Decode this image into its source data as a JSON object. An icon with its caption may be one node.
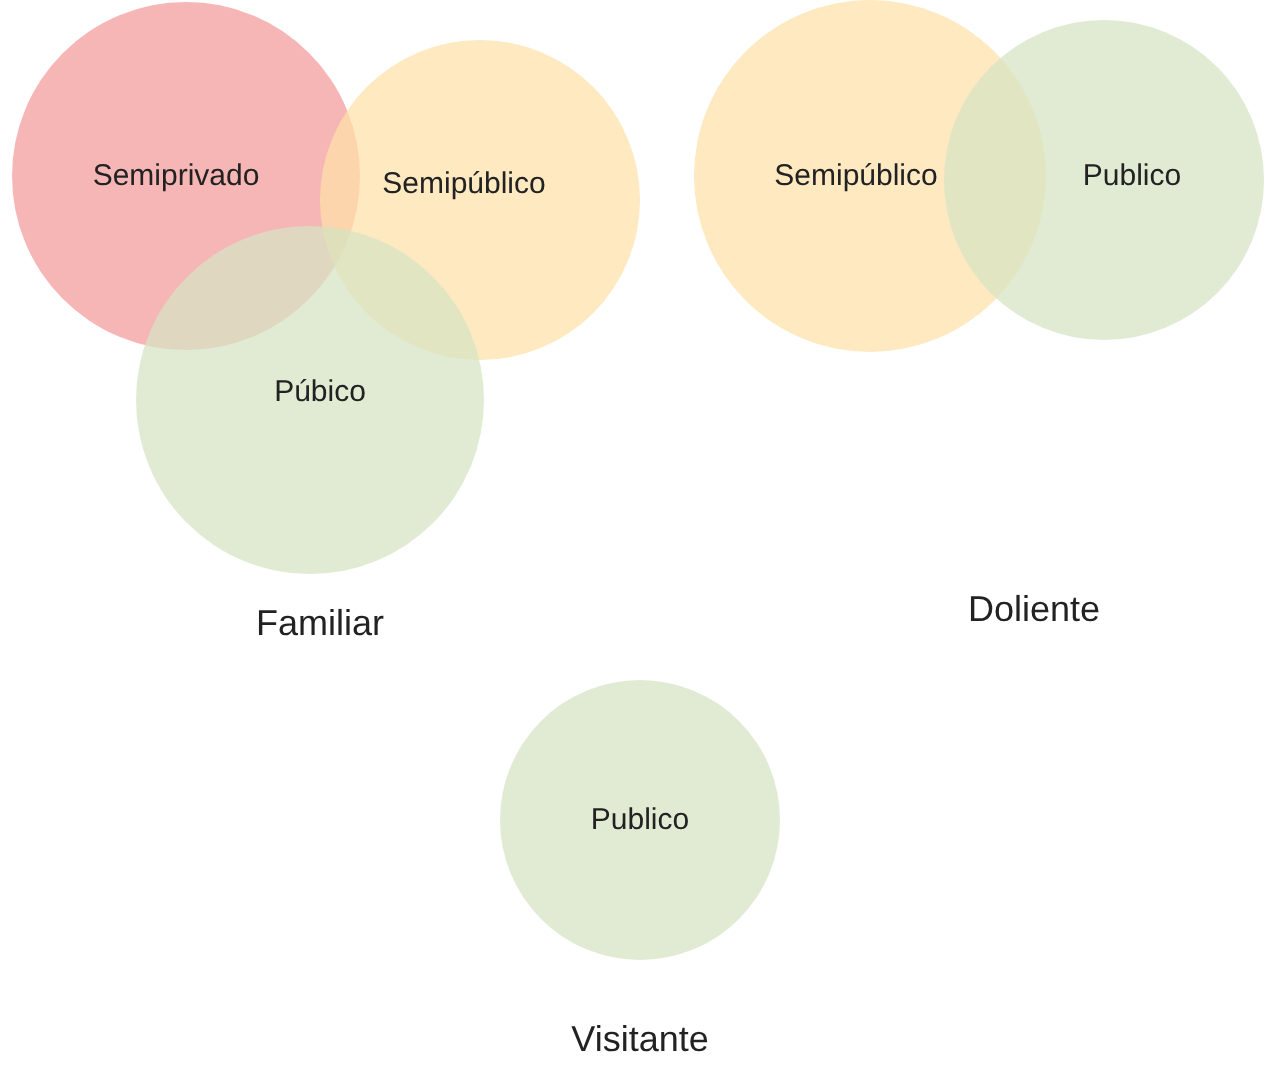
{
  "diagram": {
    "nodes": [
      {
        "text": [
          "Semiprivado"
        ]
      },
      {
        "text": [
          "Semipúblico"
        ]
      },
      {
        "text": [
          "Púbico"
        ]
      },
      {
        "text": [
          "Semipúblico"
        ]
      },
      {
        "text": [
          "Publico"
        ]
      },
      {
        "text": [
          "Publico"
        ]
      }
    ],
    "labels": [
      "Familiar",
      "Doliente",
      "Visitante"
    ]
  }
}
